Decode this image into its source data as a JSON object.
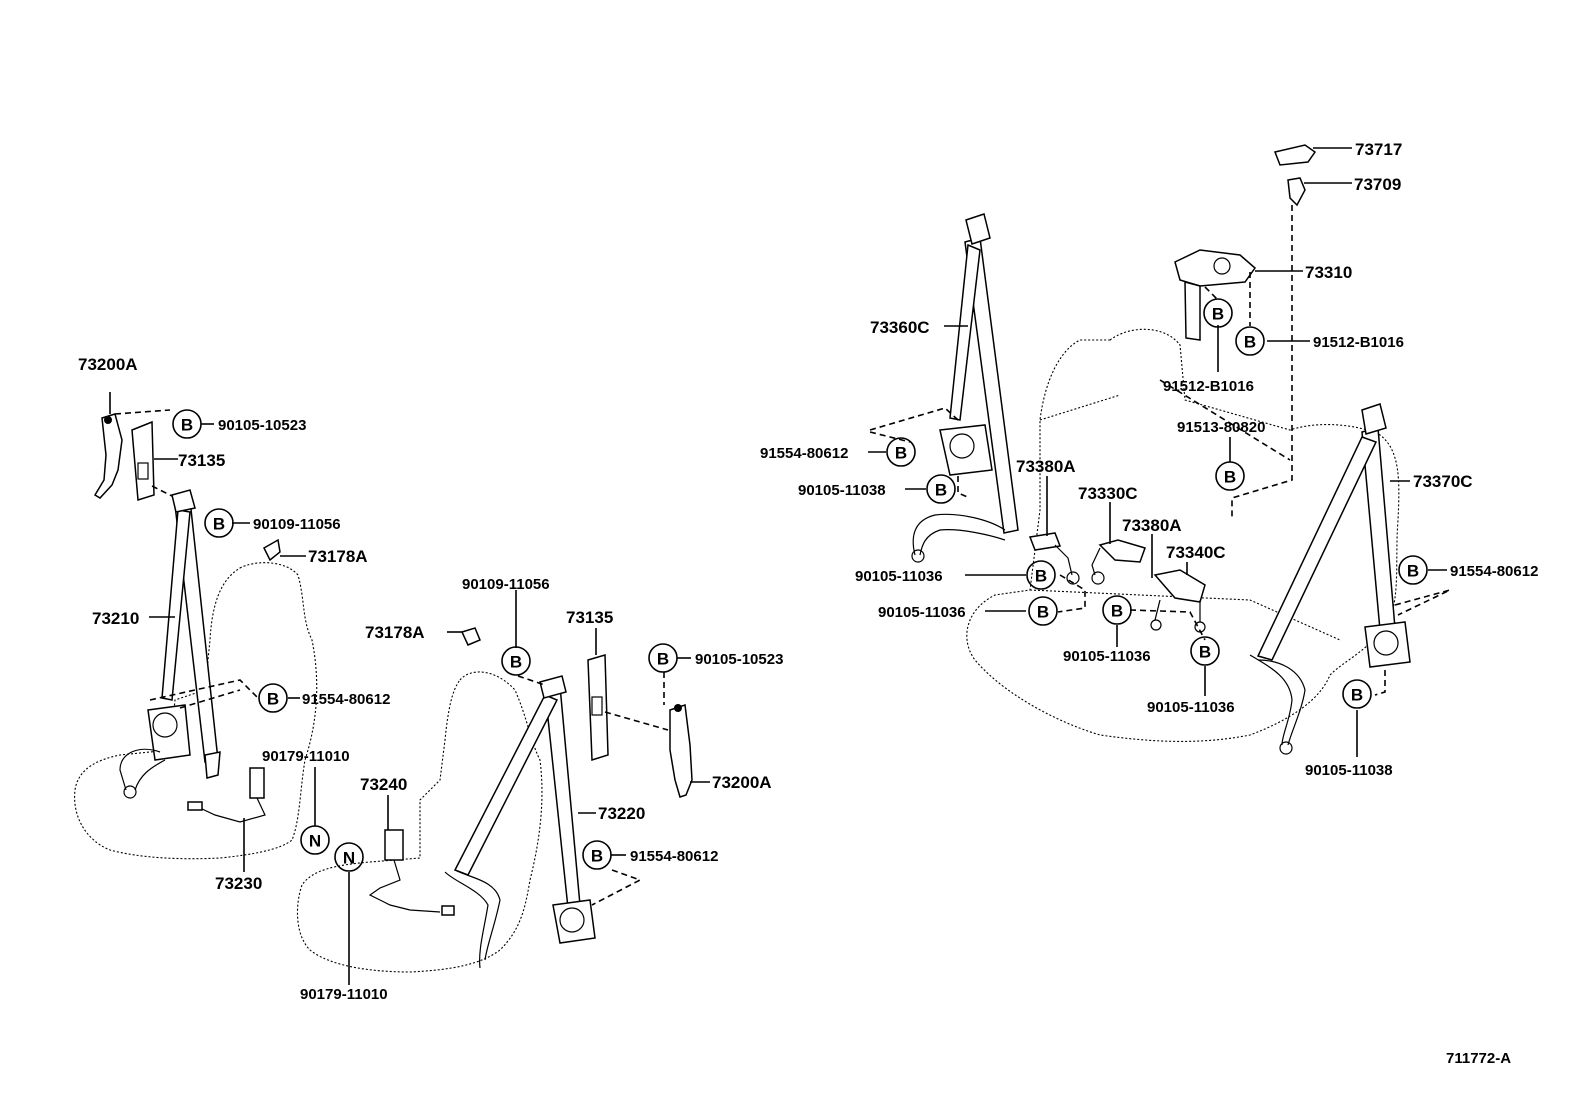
{
  "diagram_id": "711772-A",
  "badges": {
    "bolt": "B",
    "nut": "N"
  },
  "front_left": {
    "anchor": "73200A",
    "anchor_bolt": "90105-10523",
    "cover": "73135",
    "upper_bolt": "90109-11056",
    "clip": "73178A",
    "belt": "73210",
    "retractor_bolt": "91554-80612",
    "buckle_nut": "90179-11010",
    "buckle": "73230"
  },
  "front_right": {
    "bolt_top": "90109-11056",
    "clip": "73178A",
    "cover": "73135",
    "anchor_bolt": "90105-10523",
    "buckle": "73240",
    "belt": "73220",
    "anchor": "73200A",
    "retractor_bolt": "91554-80612",
    "buckle_nut": "90179-11010"
  },
  "rear": {
    "cover": "73717",
    "anchor": "73709",
    "center_retractor": "73310",
    "center_bolt_left": "91512-B1016",
    "center_bolt_right": "91512-B1016",
    "center_lower_bolt": "91513-80820",
    "left_belt": "73360C",
    "left_retractor_bolt": "91554-80612",
    "left_lower_bolt": "90105-11038",
    "buckle_a1": "73380A",
    "buckle_c": "73330C",
    "buckle_a2": "73380A",
    "buckle_c2": "73340C",
    "floor_bolt_1": "90105-11036",
    "floor_bolt_2": "90105-11036",
    "floor_bolt_3": "90105-11036",
    "floor_bolt_4": "90105-11036",
    "right_belt": "73370C",
    "right_retractor_bolt": "91554-80612",
    "right_lower_bolt": "90105-11038"
  }
}
